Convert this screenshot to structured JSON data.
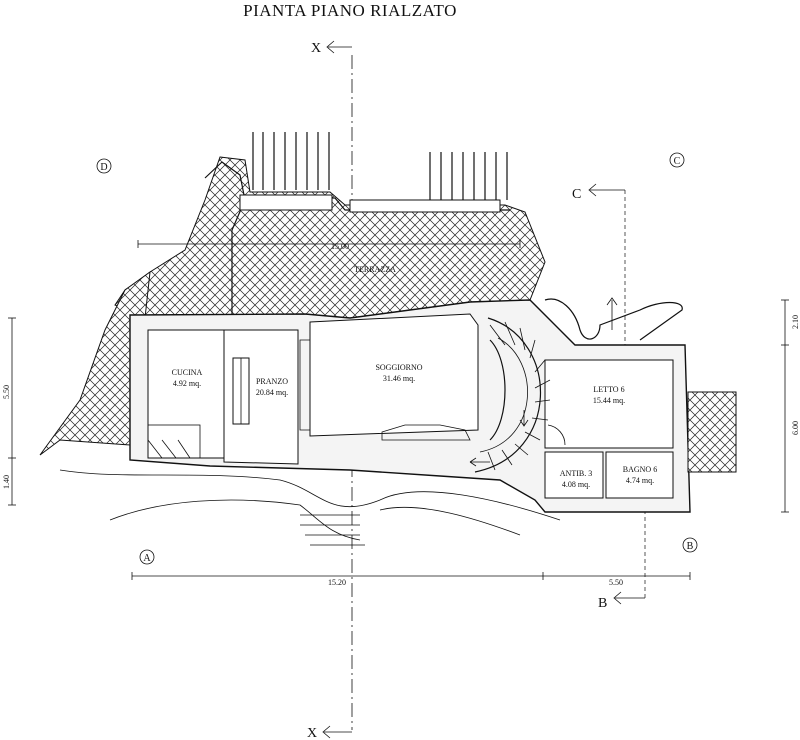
{
  "title": "PIANTA PIANO RIALZATO",
  "rooms": {
    "cucina": {
      "name": "CUCINA",
      "area": "4.92 mq."
    },
    "pranzo": {
      "name": "PRANZO",
      "area": "20.84 mq."
    },
    "soggiorno": {
      "name": "SOGGIORNO",
      "area": "31.46 mq."
    },
    "letto": {
      "name": "LETTO 6",
      "area": "15.44 mq."
    },
    "antibagno": {
      "name": "ANTIB. 3",
      "area": "4.08 mq."
    },
    "bagno": {
      "name": "BAGNO 6",
      "area": "4.74 mq."
    },
    "terrazza": {
      "name": "TERRAZZA"
    }
  },
  "dimensions": {
    "terrace_width": "15.00",
    "bottom_main": "15.20",
    "bottom_right": "5.50",
    "left_main": "5.50",
    "left_small": "1.40",
    "right_top": "2.10",
    "right_main": "6.00"
  },
  "sections": {
    "x_top": "X",
    "x_bottom": "X",
    "c": "C",
    "b": "B"
  },
  "markers": {
    "a": "A",
    "b": "B",
    "c": "C",
    "d": "D"
  }
}
